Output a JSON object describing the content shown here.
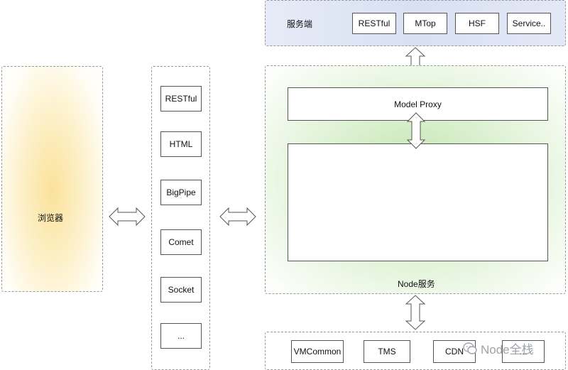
{
  "browser": {
    "label": "浏览器"
  },
  "protocols": {
    "items": [
      "RESTful",
      "HTML",
      "BigPipe",
      "Comet",
      "Socket",
      "..."
    ]
  },
  "server": {
    "label": "服务端",
    "items": [
      "RESTful",
      "MTop",
      "HSF",
      "Service.."
    ]
  },
  "node_service": {
    "label": "Node服务",
    "model_proxy": "Model Proxy"
  },
  "infra": {
    "items": [
      "VMCommon",
      "TMS",
      "CDN",
      "..."
    ]
  },
  "watermark": {
    "text": "Node全栈"
  },
  "colors": {
    "browser_glow": "#fbe7a0",
    "server_bg": "#dce4f4",
    "node_glow": "#cfe9c0",
    "border": "#555555"
  }
}
